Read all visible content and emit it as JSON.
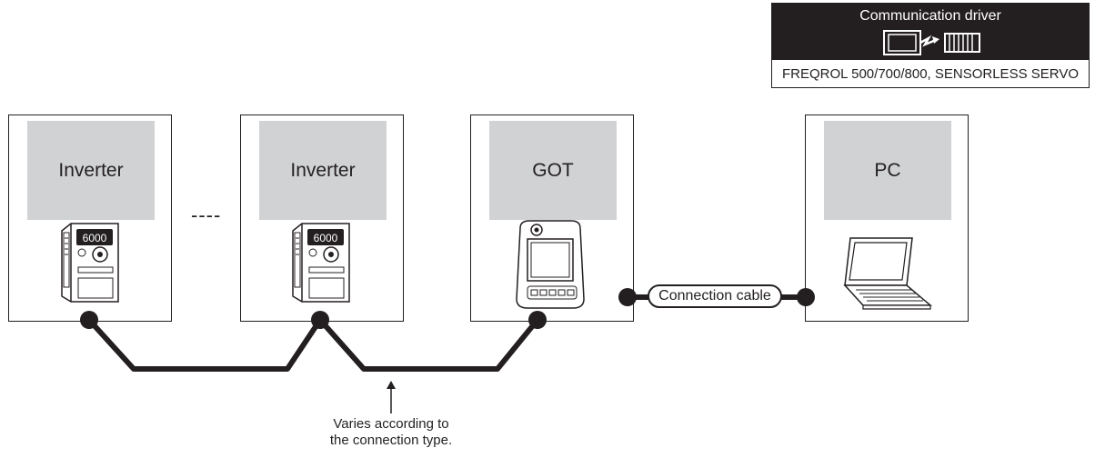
{
  "driver": {
    "title": "Communication driver",
    "icon": "communication-driver-icon",
    "name": "FREQROL 500/700/800, SENSORLESS SERVO"
  },
  "nodes": [
    {
      "label": "Inverter",
      "icon": "inverter-icon"
    },
    {
      "label": "Inverter",
      "icon": "inverter-icon"
    },
    {
      "label": "GOT",
      "icon": "got-panel-icon"
    },
    {
      "label": "PC",
      "icon": "laptop-icon"
    }
  ],
  "ellipsis": "----",
  "connection_cable": "Connection cable",
  "note_line1": "Varies according to",
  "note_line2": "the connection type."
}
